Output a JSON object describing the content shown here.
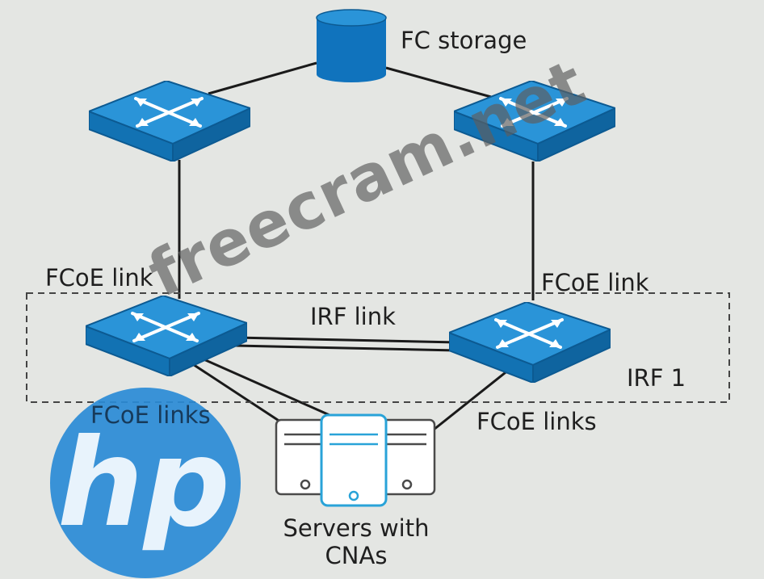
{
  "labels": {
    "fc_storage": "FC storage",
    "fcoe_link_left": "FCoE link",
    "fcoe_link_right": "FCoE link",
    "irf_link": "IRF link",
    "irf_group": "IRF 1",
    "fcoe_links_left": "FCoE links",
    "fcoe_links_right": "FCoE links",
    "servers_line1": "Servers with",
    "servers_line2": "CNAs"
  },
  "logo_text": "hp",
  "watermark": "freecram.net",
  "colors": {
    "device_blue": "#1a82c8",
    "device_blue_dark": "#0d5f99",
    "line": "#1a1a1a",
    "logo_blue": "#2a8bd6",
    "server_accent": "#29a3d8"
  }
}
